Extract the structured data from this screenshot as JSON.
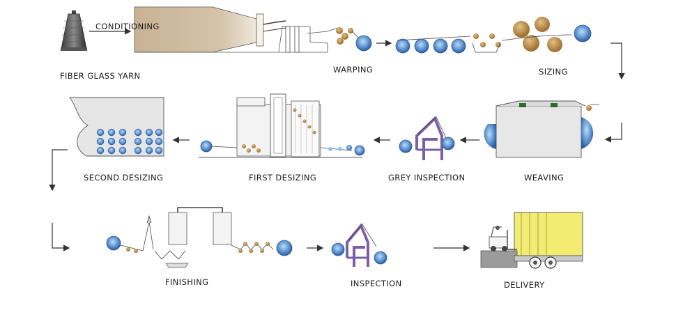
{
  "stages": {
    "conditioning": "CONDITIONING",
    "fiber_glass_yarn": "FIBER GLASS YARN",
    "warping": "WARPING",
    "sizing": "SIZING",
    "weaving": "WEAVING",
    "grey_inspection": "GREY INSPECTION",
    "first_desizing": "FIRST DESIZING",
    "second_desizing": "SECOND DESIZING",
    "finishing": "FINISHING",
    "inspection": "INSPECTION",
    "delivery": "DELIVERY"
  },
  "colors": {
    "roll_blue": "#4a7fc0",
    "roll_light": "#8fc3ee",
    "kiln_tan": "#c9b497",
    "frame_purple": "#7b5fa8",
    "size_brown": "#b88a4a",
    "truck_yellow": "#f2ec72",
    "machine_grey": "#e3e3e3",
    "outline": "#333333"
  }
}
